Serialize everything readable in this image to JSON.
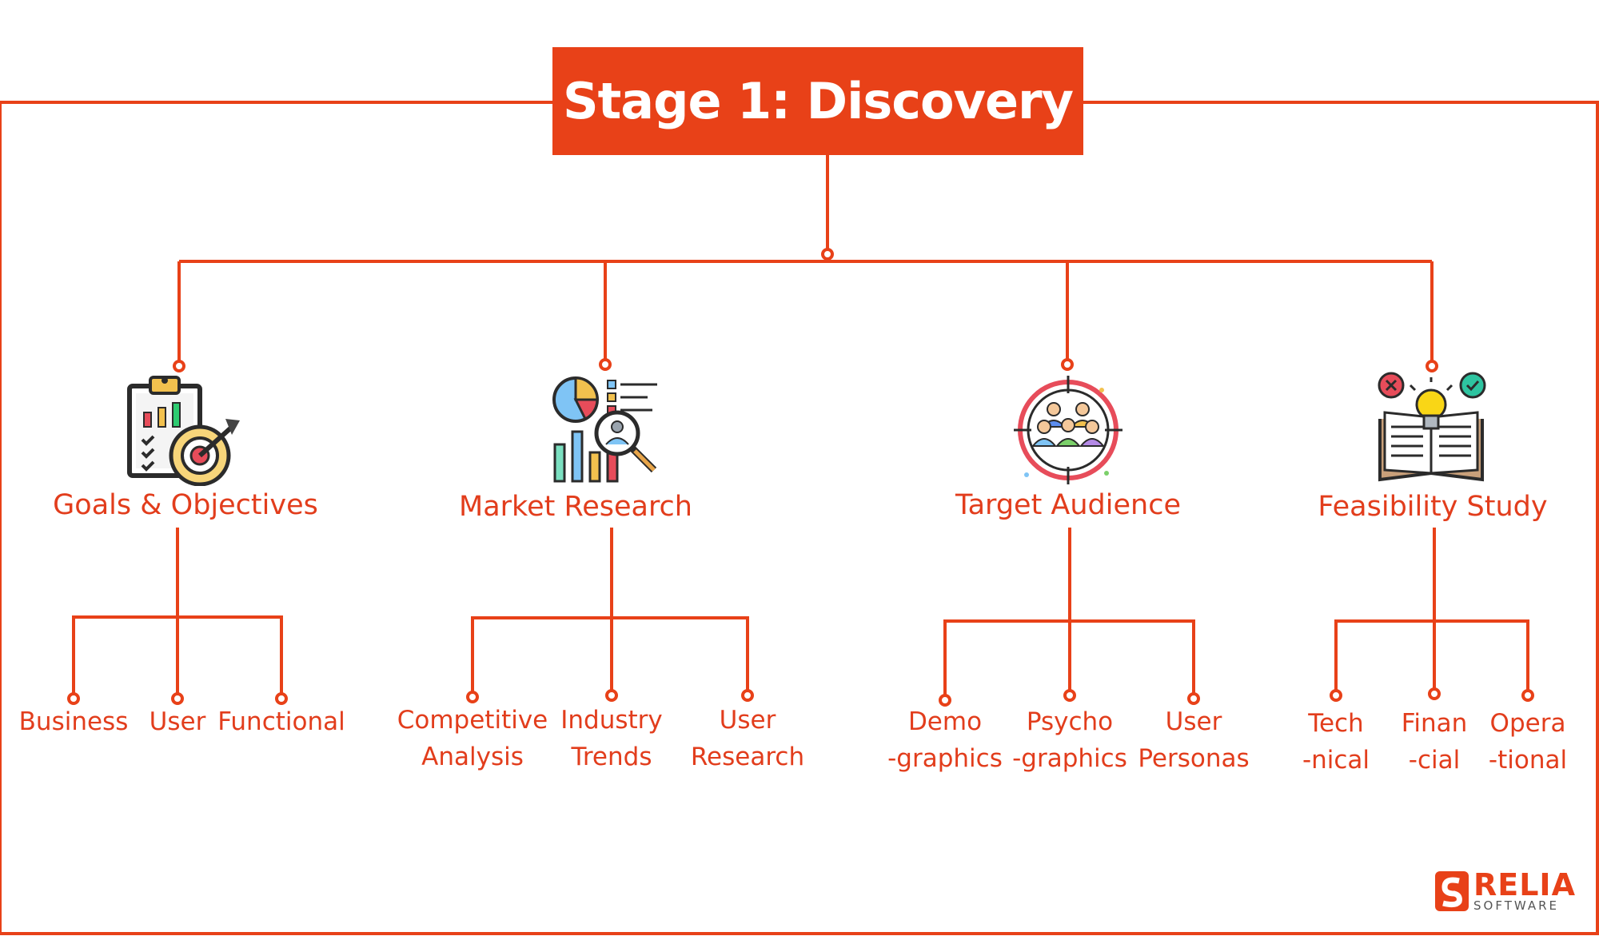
{
  "title": "Stage 1: Discovery",
  "accent_color": "#e84118",
  "categories": [
    {
      "label": "Goals & Objectives",
      "icon": "clipboard-target-icon",
      "leaves": [
        [
          "Business"
        ],
        [
          "User"
        ],
        [
          "Functional"
        ]
      ]
    },
    {
      "label": "Market Research",
      "icon": "chart-magnifier-icon",
      "leaves": [
        [
          "Competitive",
          "Analysis"
        ],
        [
          "Industry",
          "Trends"
        ],
        [
          "User",
          "Research"
        ]
      ]
    },
    {
      "label": "Target Audience",
      "icon": "audience-target-icon",
      "leaves": [
        [
          "Demo",
          "-graphics"
        ],
        [
          "Psycho",
          "-graphics"
        ],
        [
          "User",
          "Personas"
        ]
      ]
    },
    {
      "label": "Feasibility Study",
      "icon": "book-lightbulb-icon",
      "leaves": [
        [
          "Tech",
          "-nical"
        ],
        [
          "Finan",
          "-cial"
        ],
        [
          "Opera",
          "-tional"
        ]
      ]
    }
  ],
  "logo": {
    "name": "RELIA",
    "sub": "SOFTWARE",
    "icon": "relia-logo-icon"
  }
}
